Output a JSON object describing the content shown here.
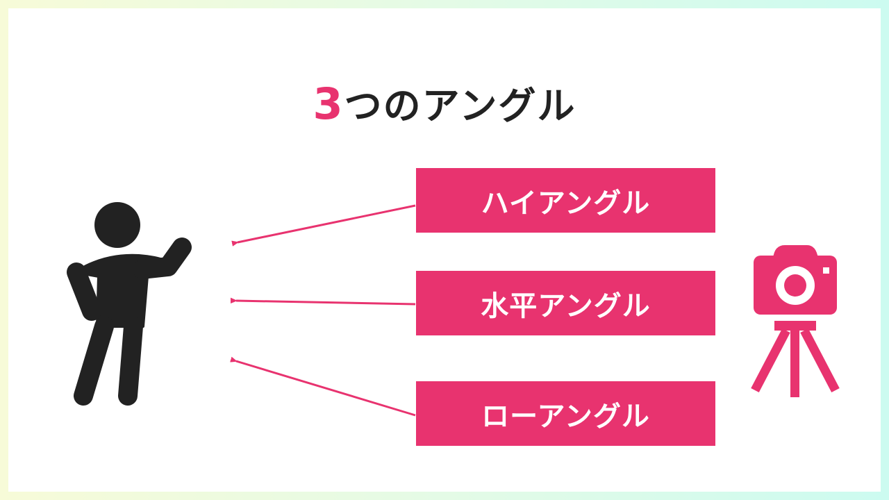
{
  "title": {
    "number": "3",
    "text": "つのアングル"
  },
  "angles": [
    {
      "label": "ハイアングル"
    },
    {
      "label": "水平アングル"
    },
    {
      "label": "ローアングル"
    }
  ],
  "colors": {
    "accent": "#e8336f",
    "figure": "#222222"
  },
  "icons": {
    "subject": "person-icon",
    "camera": "camera-tripod-icon"
  }
}
